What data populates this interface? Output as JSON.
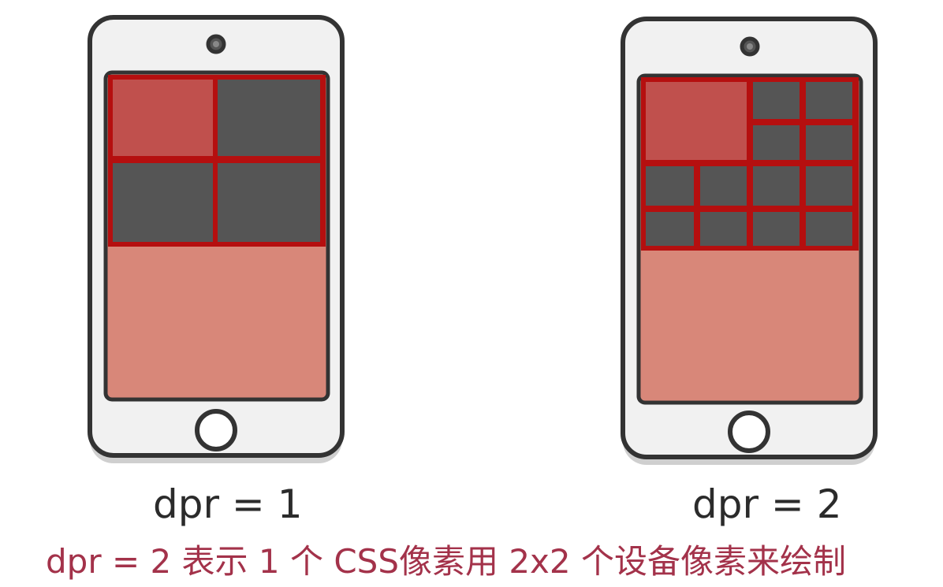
{
  "phones": [
    {
      "name": "phone-dpr-1",
      "label": "dpr = 1",
      "grid": 2
    },
    {
      "name": "phone-dpr-2",
      "label": "dpr = 2",
      "grid": 4
    }
  ],
  "caption": "dpr = 2 表示 1 个 CSS像素用 2x2 个设备像素来绘制",
  "colors": {
    "outline": "#333333",
    "body": "#f1f1f1",
    "shadow": "#cfcfcf",
    "grid_border": "#b50f0f",
    "highlight": "#c0504d",
    "dark_pixel": "#555555",
    "screen_fill": "#d88779"
  }
}
